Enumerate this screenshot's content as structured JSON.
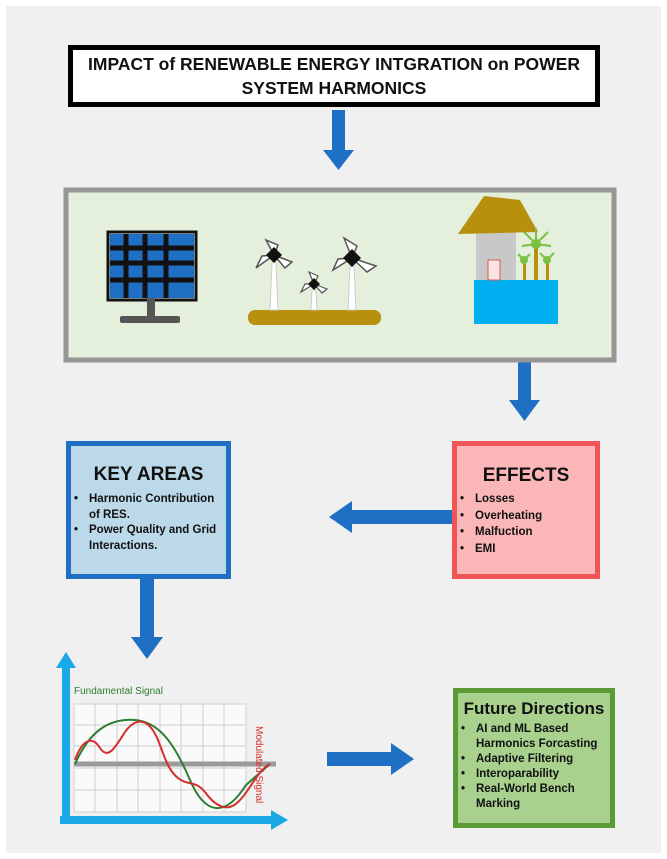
{
  "title": "IMPACT of RENEWABLE ENERGY INTGRATION on POWER SYSTEM HARMONICS",
  "key_areas": {
    "heading": "KEY AREAS",
    "items": [
      "Harmonic Contribution of RES.",
      "Power Quality and Grid Interactions."
    ]
  },
  "effects": {
    "heading": "EFFECTS",
    "items": [
      "Losses",
      "Overheating",
      "Malfuction",
      "EMI"
    ]
  },
  "future_directions": {
    "heading": "Future Directions",
    "items": [
      "AI and ML Based Harmonics Forcasting",
      "Adaptive Filtering",
      "Interoparability",
      "Real-World Bench Marking"
    ]
  },
  "signal_plot": {
    "fundamental_label": "Fundamental Signal",
    "modulated_label": "Modulated Signal"
  },
  "colors": {
    "arrow": "#1f6fc5",
    "axis": "#1aa9e6",
    "fundamental": "#2e7d32",
    "modulated": "#d32f2f",
    "key_areas_fill": "#bcd9ea",
    "effects_fill": "#fbb7b8",
    "future_fill": "#a9d18e"
  },
  "icons": [
    "solar-panel-icon",
    "wind-turbine-icon",
    "house-icon",
    "palm-tree-icon"
  ]
}
